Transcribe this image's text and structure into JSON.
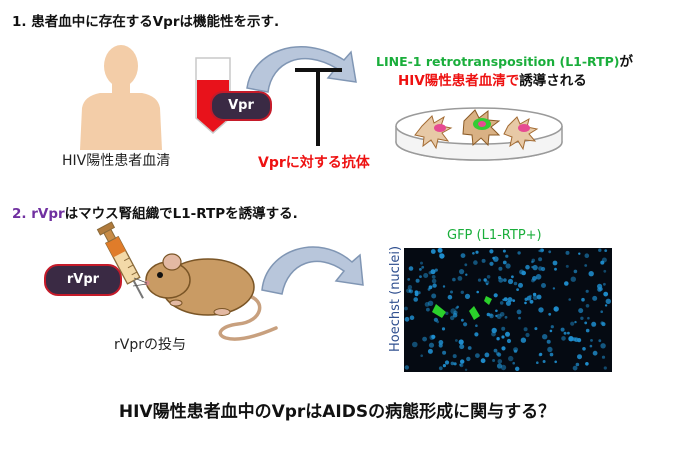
{
  "section1": {
    "number": "1.",
    "heading": "患者血中に存在するVprは機能性を示す.",
    "patient_label": "HIV陽性患者血清",
    "vpr_label": "Vpr",
    "antibody_label": "Vprに対する抗体",
    "result_line1": "LINE-1 retrotransposition (L1-RTP)",
    "result_line1_suffix": "が",
    "result_line2_red": "HIV陽性患者血清で",
    "result_line2_rest": "誘導される"
  },
  "section2": {
    "number": "2.",
    "heading_prefix": "rVpr",
    "heading_rest": "はマウス腎組織でL1-RTPを誘導する.",
    "rvpr_label": "rVpr",
    "admin_label": "rVprの投与",
    "gfp_label": "GFP (L1-RTP+)",
    "hoechst_label": "Hoechst (nuclei)"
  },
  "question": "HIV陽性患者血中のVprはAIDSの病態形成に関与する？",
  "colors": {
    "green_text": "#1aae3b",
    "red_text": "#ee1111",
    "purple": "#7030a0",
    "navy_text": "#2f4f8f",
    "capsule": "#3a2a44",
    "blood": "#e8121b",
    "skin": "#f2cba7"
  }
}
